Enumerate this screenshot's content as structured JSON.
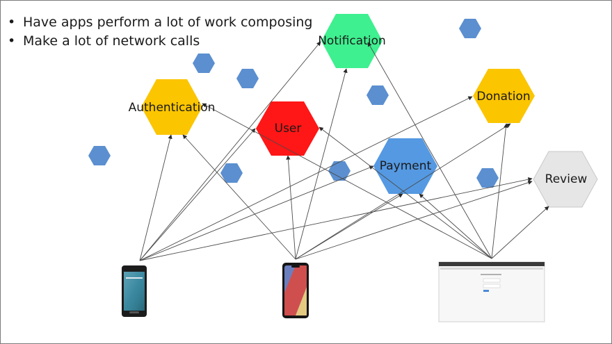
{
  "bullets": [
    "Have apps perform a lot of work composing",
    "Make a lot of network calls"
  ],
  "services": {
    "notification": {
      "label": "Notification",
      "color": "#3ef08f"
    },
    "authentication": {
      "label": "Authentication",
      "color": "#fbc500"
    },
    "user": {
      "label": "User",
      "color": "#ff1616"
    },
    "payment": {
      "label": "Payment",
      "color": "#5599e2"
    },
    "donation": {
      "label": "Donation",
      "color": "#fbc500"
    },
    "review": {
      "label": "Review",
      "color": "#e6e6e6"
    }
  },
  "clients": [
    "android-phone",
    "iphone",
    "web-browser"
  ],
  "colors": {
    "decor_hexagon": "#5b8fd0",
    "arrow": "#4a4a4a"
  },
  "connections": [
    {
      "from": "android-phone",
      "to": [
        "authentication",
        "user",
        "notification",
        "payment",
        "donation",
        "review"
      ]
    },
    {
      "from": "iphone",
      "to": [
        "authentication",
        "user",
        "notification",
        "payment",
        "donation",
        "review"
      ]
    },
    {
      "from": "web-browser",
      "to": [
        "authentication",
        "user",
        "notification",
        "payment",
        "donation",
        "review"
      ]
    }
  ]
}
